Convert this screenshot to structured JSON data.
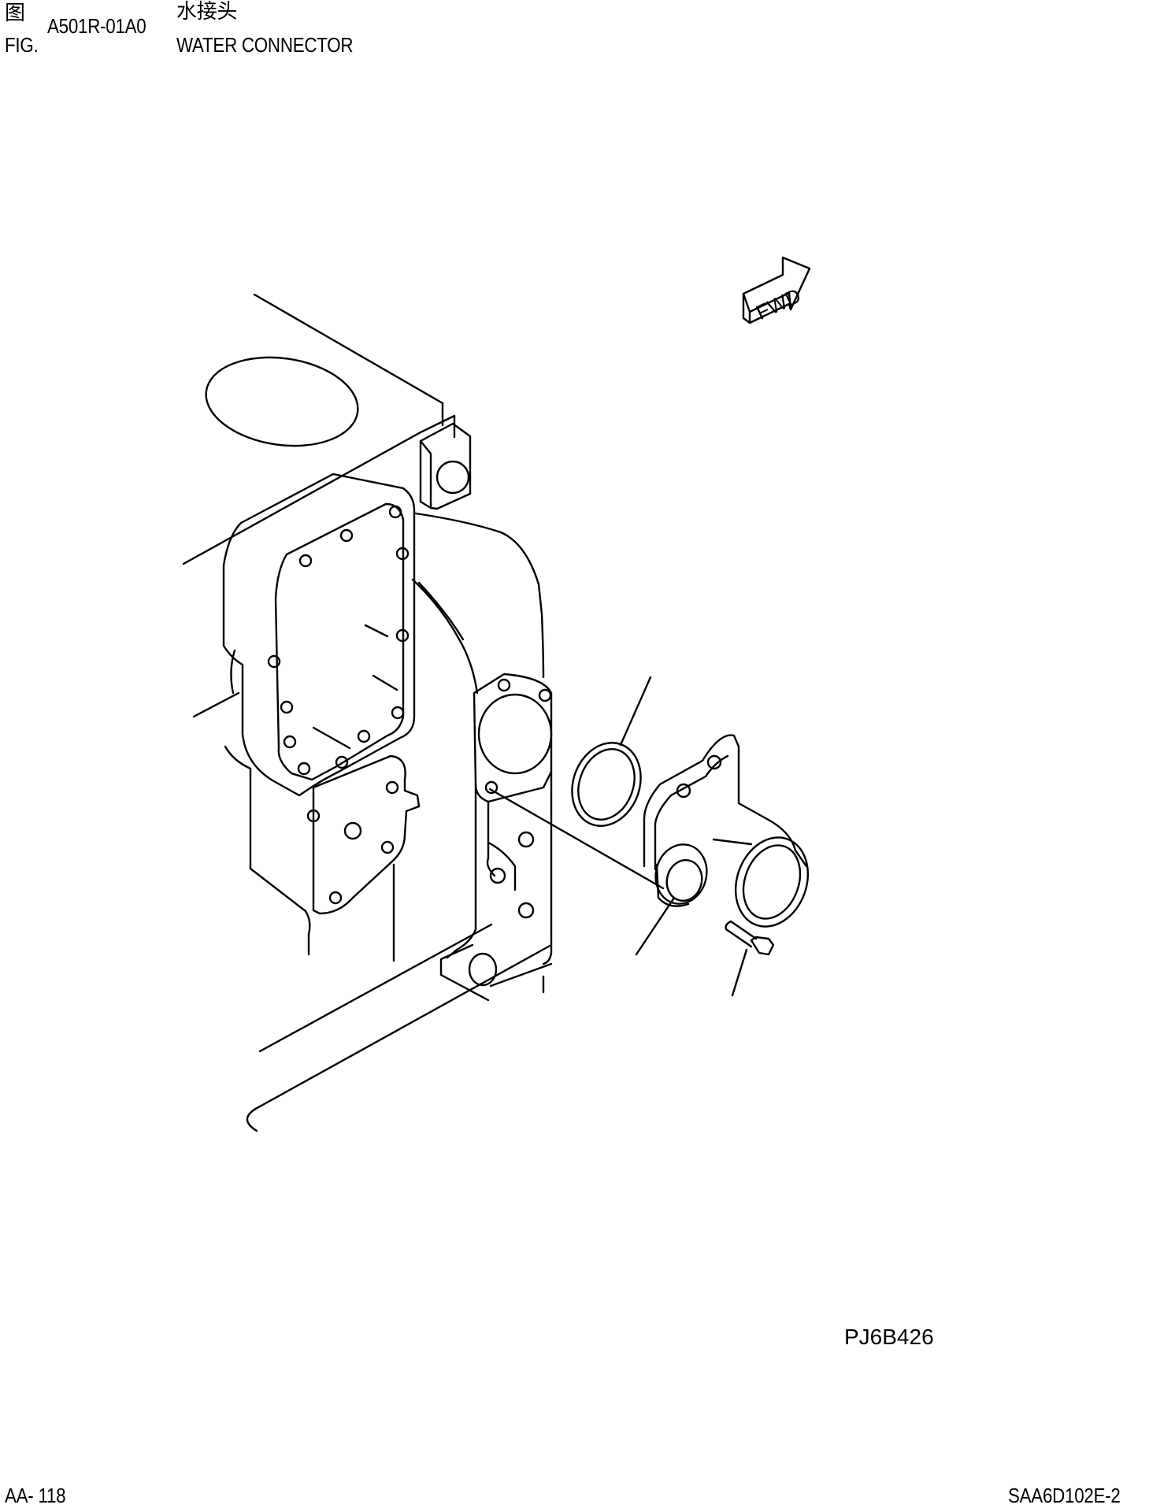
{
  "header": {
    "fig_label_cn": "图",
    "fig_label_en": "FIG.",
    "fig_number": "A501R-01A0",
    "title_cn": "水接头",
    "title_en": "WATER CONNECTOR"
  },
  "drawing": {
    "fwd_label": "FWD",
    "drawing_code": "PJ6B426"
  },
  "footer": {
    "page_number": "AA- 118",
    "model_code": "SAA6D102E-2"
  }
}
